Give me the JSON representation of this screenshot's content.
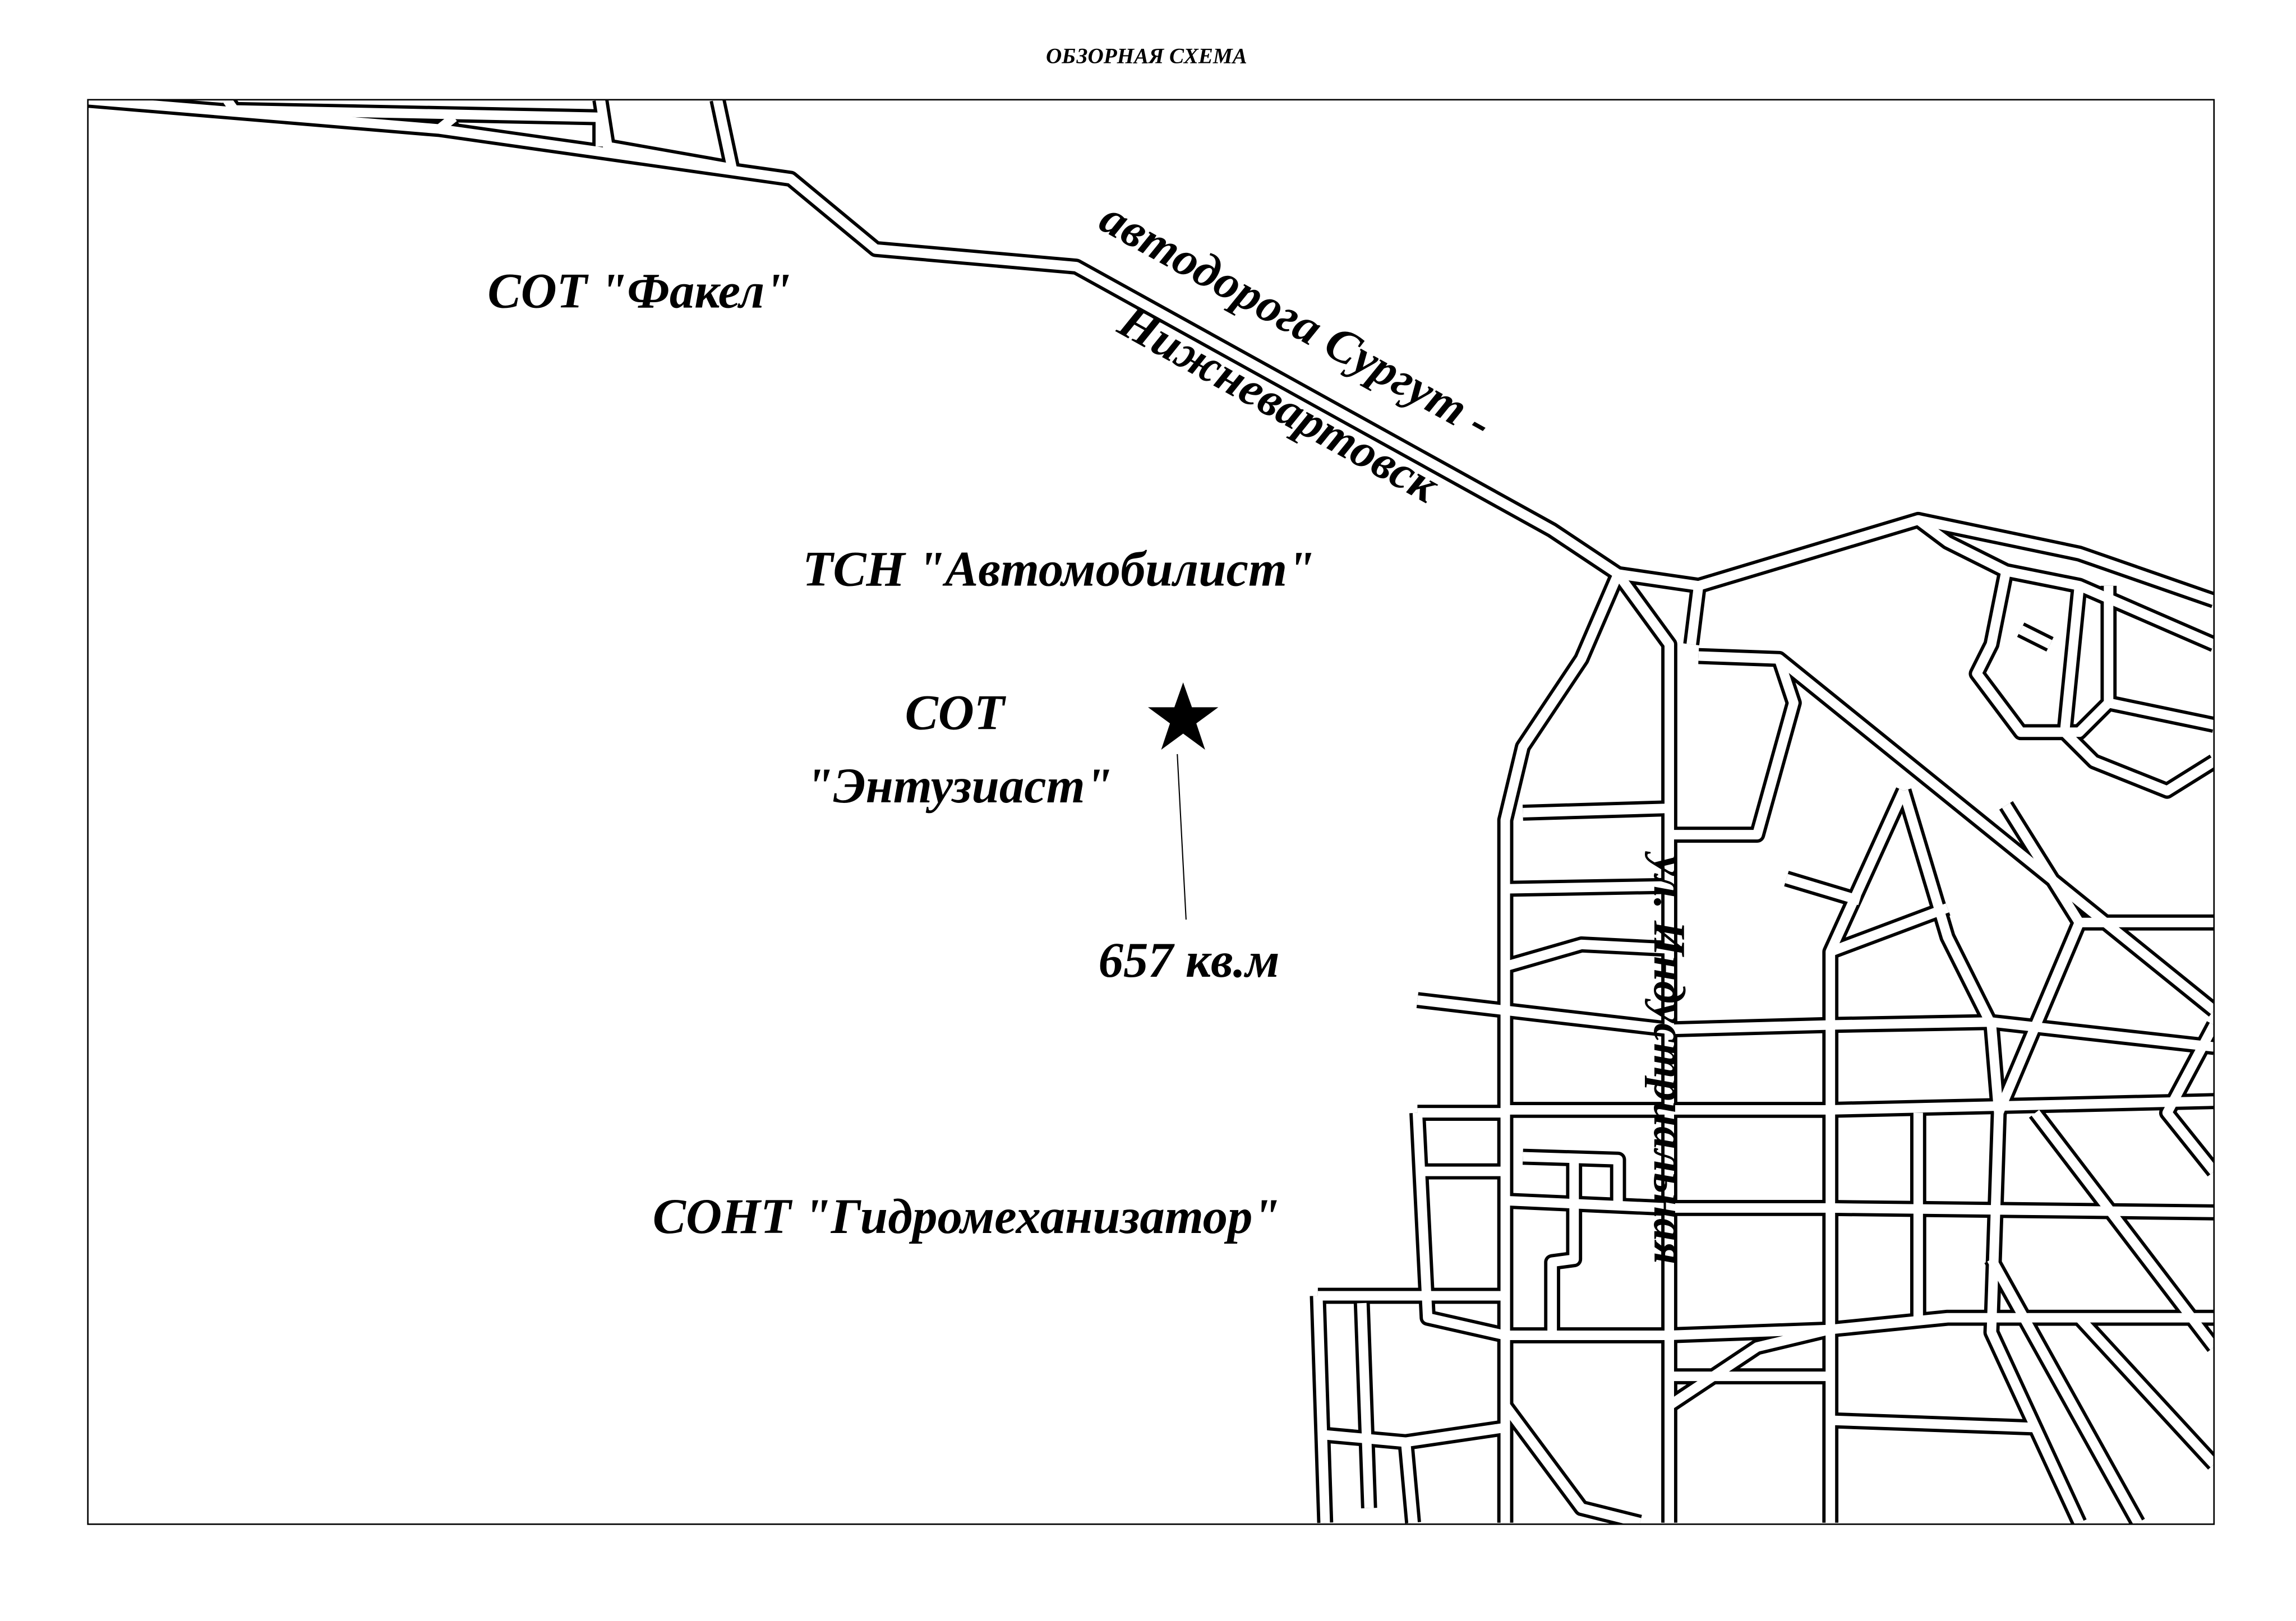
{
  "title": "ОБЗОРНАЯ СХЕМА",
  "map": {
    "labels": {
      "sot_fakel": "СОТ \"Факел\"",
      "road_line1": "автодорога Сургут -",
      "road_line2": "Нижневартовск",
      "tsn_avtomobilist": "ТСН \"Автомобилист\"",
      "sot_line1": "СОТ",
      "sot_line2": "\"Энтузиаст\"",
      "area": "657 кв.м",
      "sont": "СОНТ \"Гидромеханизатор\"",
      "street": "ул. Индустриальная"
    },
    "marker_icon": "star-icon",
    "colors": {
      "ink": "#000000",
      "background": "#ffffff"
    }
  }
}
